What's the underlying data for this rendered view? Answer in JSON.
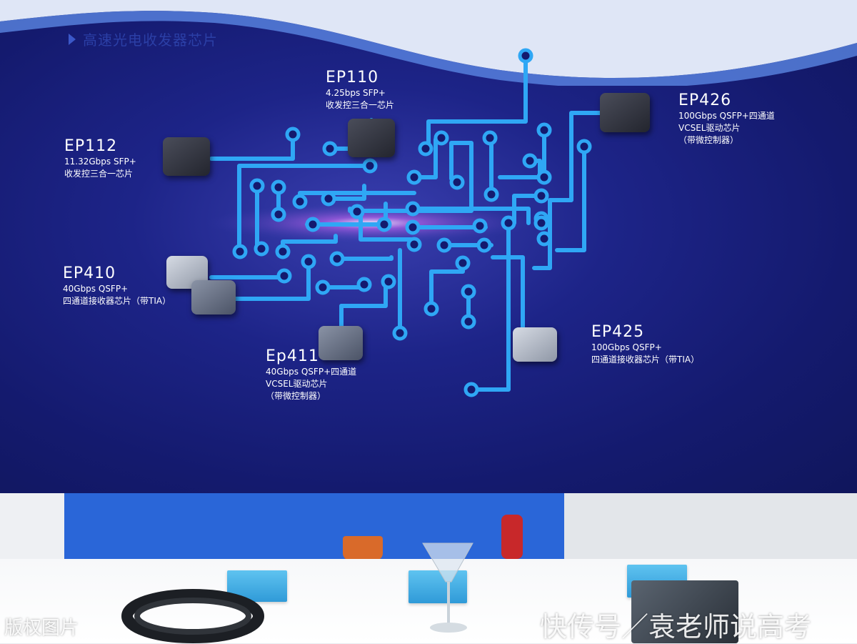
{
  "header": {
    "title": "高速光电收发器芯片"
  },
  "products": [
    {
      "id": "ep110",
      "model": "EP110",
      "lines": [
        "4.25bps SFP+",
        "收发控三合一芯片"
      ]
    },
    {
      "id": "ep426",
      "model": "EP426",
      "lines": [
        "100Gbps QSFP+四通道",
        "VCSEL驱动芯片",
        "（带微控制器）"
      ]
    },
    {
      "id": "ep112",
      "model": "EP112",
      "lines": [
        "11.32Gbps SFP+",
        "收发控三合一芯片"
      ]
    },
    {
      "id": "ep410",
      "model": "EP410",
      "lines": [
        "40Gbps QSFP+",
        "四通道接收器芯片（带TIA）"
      ]
    },
    {
      "id": "ep425",
      "model": "EP425",
      "lines": [
        "100Gbps QSFP+",
        "四通道接收器芯片（带TIA）"
      ]
    },
    {
      "id": "ep411",
      "model": "Ep411",
      "lines": [
        "40Gbps QSFP+四通道",
        "VCSEL驱动芯片",
        "（带微控制器）"
      ]
    }
  ],
  "watermarks": {
    "left": "版权图片",
    "right": "快传号／袁老师说高考"
  },
  "colors": {
    "board": "#141a6e",
    "trace": "#2fa7f5",
    "header_text": "#2b3fa6"
  }
}
